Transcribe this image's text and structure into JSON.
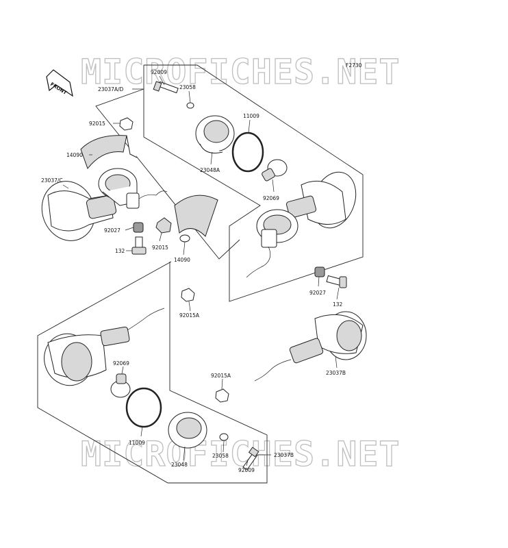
{
  "figure_code": "F2730",
  "watermark_text": "MICROFICHES.NET",
  "front_marker": "FRONT",
  "labels": {
    "p92009_top": "92009",
    "p23037ad": "23037A/D",
    "p23058_top": "23058",
    "p11009_top": "11009",
    "p92015_left": "92015",
    "p14090_left": "14090",
    "p23048a": "23048A",
    "p23037c": "23037/C",
    "p92069_top": "92069",
    "p92027_left": "92027",
    "p92015_mid": "92015",
    "p132_left": "132",
    "p14090_mid": "14090",
    "p92027_right": "92027",
    "p132_right": "132",
    "p92015a_top": "92015A",
    "p92069_bottom": "92069",
    "p92015a_bottom": "92015A",
    "p23037b_right": "23037B",
    "p11009_bottom": "11009",
    "p23058_bottom": "23058",
    "p23037b_bottom": "23037B",
    "p23048": "23048",
    "p92009_bottom": "92009"
  }
}
